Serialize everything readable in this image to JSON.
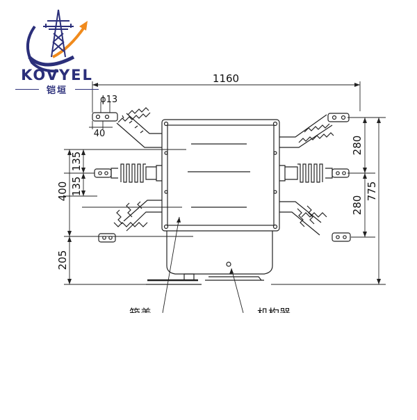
{
  "brand": {
    "name": "KOVYEL",
    "chinese_name": "铠垣",
    "colors": {
      "primary": "#2b2f7a",
      "accent": "#f08a1c"
    }
  },
  "dimensions": {
    "overall_width": "1160",
    "hole_diameter": "ϕ13",
    "terminal_width": "40",
    "pole_spacing_right_top": "280",
    "pole_spacing_right_bottom": "280",
    "overall_height": "775",
    "pole_spacing_left_top": "135",
    "pole_spacing_left_bottom": "135",
    "pole_span_left": "400",
    "base_height": "205"
  },
  "callouts": {
    "box_label": "箱盖",
    "mechanism_label": "机构器"
  },
  "icons": {
    "logo": "transmission-tower-logo-icon"
  }
}
